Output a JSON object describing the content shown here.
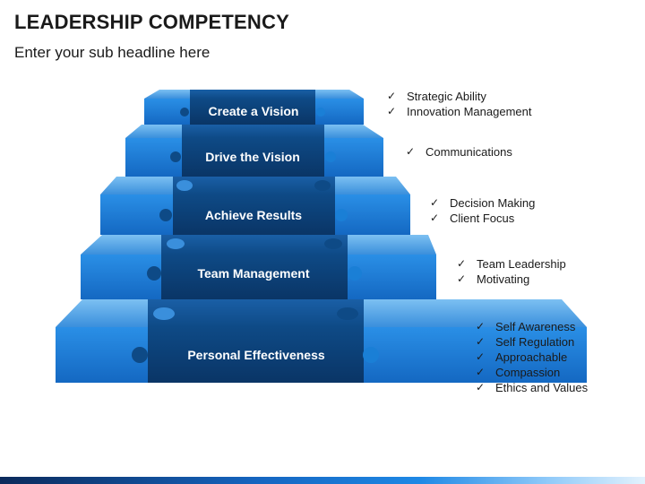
{
  "header": {
    "title": "LEADERSHIP COMPETENCY",
    "subtitle": "Enter your sub headline here"
  },
  "steps": [
    {
      "label": "Create a Vision",
      "bullets": [
        "Strategic Ability",
        "Innovation Management"
      ]
    },
    {
      "label": "Drive the Vision",
      "bullets": [
        "Communications"
      ]
    },
    {
      "label": "Achieve Results",
      "bullets": [
        "Decision Making",
        "Client Focus"
      ]
    },
    {
      "label": "Team Management",
      "bullets": [
        "Team Leadership",
        "Motivating"
      ]
    },
    {
      "label": "Personal Effectiveness",
      "bullets": [
        "Self Awareness",
        "Self Regulation",
        "Approachable",
        "Compassion",
        "Ethics and Values"
      ]
    }
  ],
  "check_icon": "✓",
  "colors": {
    "step_light": "#1a7fd6",
    "step_mid": "#0f5fae",
    "step_dark": "#0d3b6e",
    "step_top": "#5aa7ea"
  }
}
